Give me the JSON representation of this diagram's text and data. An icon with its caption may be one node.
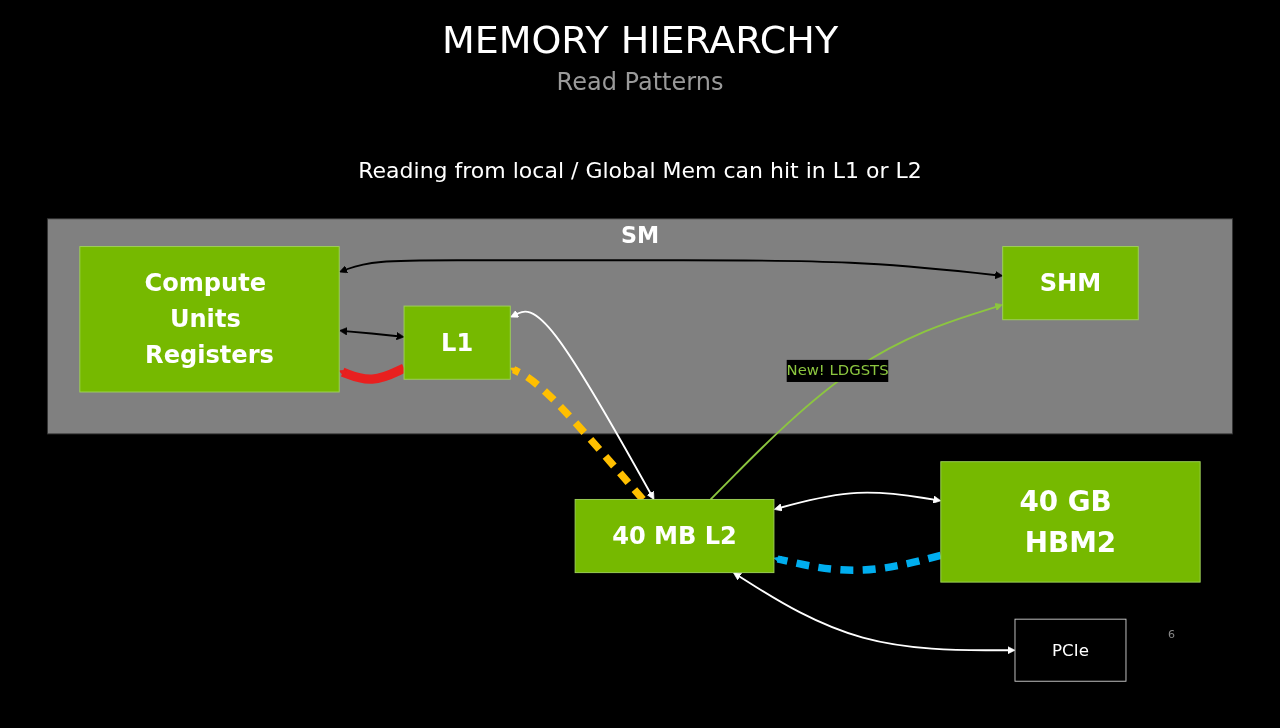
{
  "diagram": {
    "title": "MEMORY HIERARCHY",
    "nodes": [
      {
        "text": [
          "SM"
        ]
      },
      {
        "text": [
          "Compute Units Registers"
        ],
        "in": 0
      },
      {
        "text": [
          "L1"
        ],
        "in": 0
      },
      {
        "text": [
          "SHM"
        ],
        "in": 0
      },
      {
        "text": [
          "40 MB L2"
        ]
      },
      {
        "text": [
          "40 GB HBM2"
        ]
      },
      {
        "text": [
          "PCIe"
        ]
      }
    ],
    "edges": [
      {
        "from": 2,
        "to": 1,
        "arrow": "to",
        "style": "thick",
        "color": "#e8201f"
      },
      {
        "from": 4,
        "to": 2,
        "arrow": "to",
        "style": "dashed",
        "color": "#ffbf00"
      },
      {
        "from": 5,
        "to": 4,
        "arrow": "to",
        "style": "dashed",
        "color": "#00aeef"
      },
      {
        "from": 1,
        "to": 2,
        "arrow": "both",
        "color": "#000000"
      },
      {
        "from": 1,
        "to": 3,
        "arrow": "both",
        "color": "#000000"
      },
      {
        "from": 2,
        "to": 4,
        "arrow": "both"
      },
      {
        "from": 4,
        "to": 5,
        "arrow": "both"
      },
      {
        "from": 4,
        "to": 3,
        "arrow": "to",
        "label": "New! LDGSTS",
        "color": "#8cc63f"
      },
      {
        "from": 4,
        "to": 6,
        "arrow": "both"
      }
    ],
    "labels": [
      "Read Patterns",
      "Reading from local / Global Mem can hit in L1 or L2",
      "6"
    ]
  }
}
